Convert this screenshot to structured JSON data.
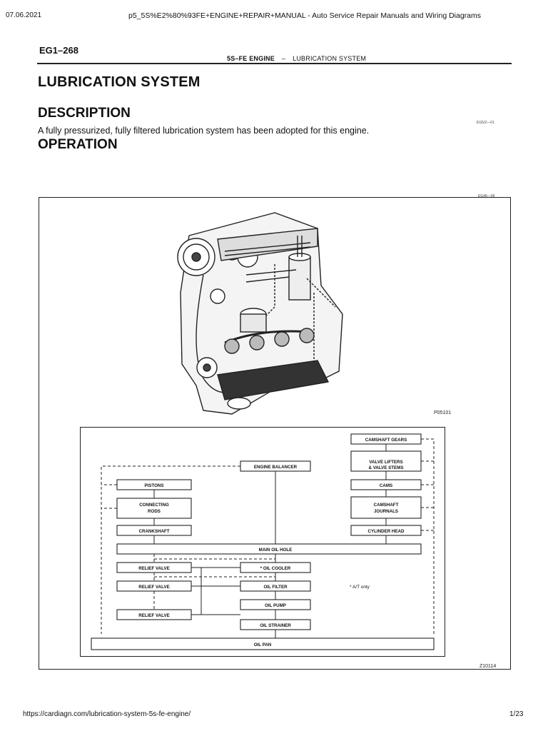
{
  "header": {
    "date": "07.06.2021",
    "title": "p5_5S%E2%80%93FE+ENGINE+REPAIR+MANUAL - Auto Service Repair Manuals and Wiring Diagrams"
  },
  "page": {
    "code": "EG1–268",
    "running_head_left": "5S–FE ENGINE",
    "running_head_sep": "–",
    "running_head_right": "LUBRICATION SYSTEM",
    "section_title": "LUBRICATION SYSTEM",
    "description_heading": "DESCRIPTION",
    "description_text": "A fully pressurized, fully filtered lubrication system has been adopted for this engine.",
    "operation_heading": "OPERATION",
    "ref_code_1": "EG5/2—01",
    "ref_code_2": "EG46—06"
  },
  "figure": {
    "engine_code": "P05101",
    "diagram_code": "Z10114",
    "note": "* A/T only"
  },
  "diagram": {
    "left_boxes": [
      "PISTONS",
      "CONNECTING RODS",
      "CRANKSHAFT"
    ],
    "right_boxes": [
      "CAMSHAFT GEARS",
      "VALVE LIFTERS & VALVE STEMS",
      "CAMS",
      "CAMSHAFT JOURNALS",
      "CYLINDER HEAD"
    ],
    "center_boxes": [
      "ENGINE BALANCER",
      "MAIN OIL HOLE",
      "* OIL COOLER",
      "OIL FILTER",
      "OIL PUMP",
      "OIL STRAINER",
      "OIL PAN"
    ],
    "relief_valves": [
      "RELIEF VALVE",
      "RELIEF VALVE",
      "RELIEF VALVE"
    ]
  },
  "footer": {
    "url": "https://cardiagn.com/lubrication-system-5s-fe-engine/",
    "page_count": "1/23"
  }
}
